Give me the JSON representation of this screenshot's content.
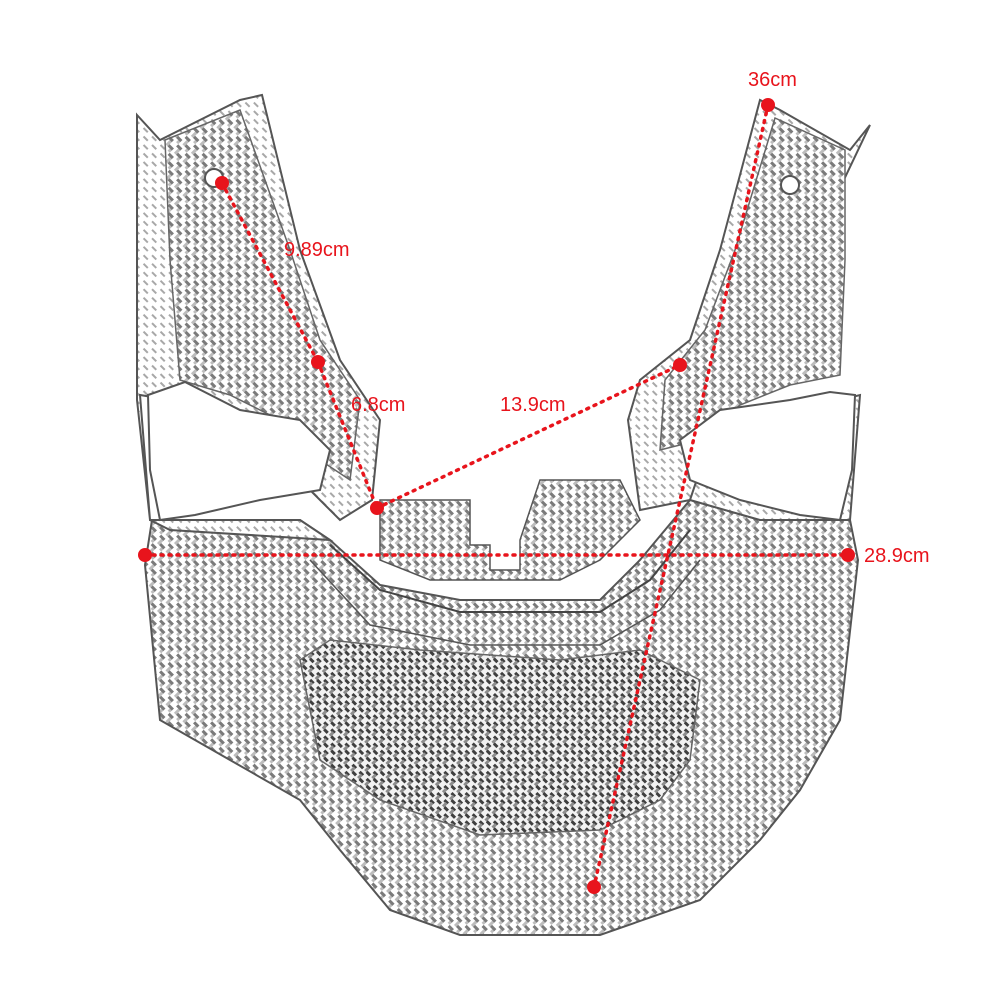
{
  "product": {
    "name": "carbon-fiber-style rear fairing panel",
    "texture": "carbon-weave",
    "outline_color": "#555555",
    "texture_color": "#6e6e6e"
  },
  "annotations": {
    "color": "#e8141c",
    "labels": {
      "total_height": "36cm",
      "upper_left": "9.89cm",
      "lower_left": "6.8cm",
      "diagonal": "13.9cm",
      "width": "28.9cm"
    }
  }
}
